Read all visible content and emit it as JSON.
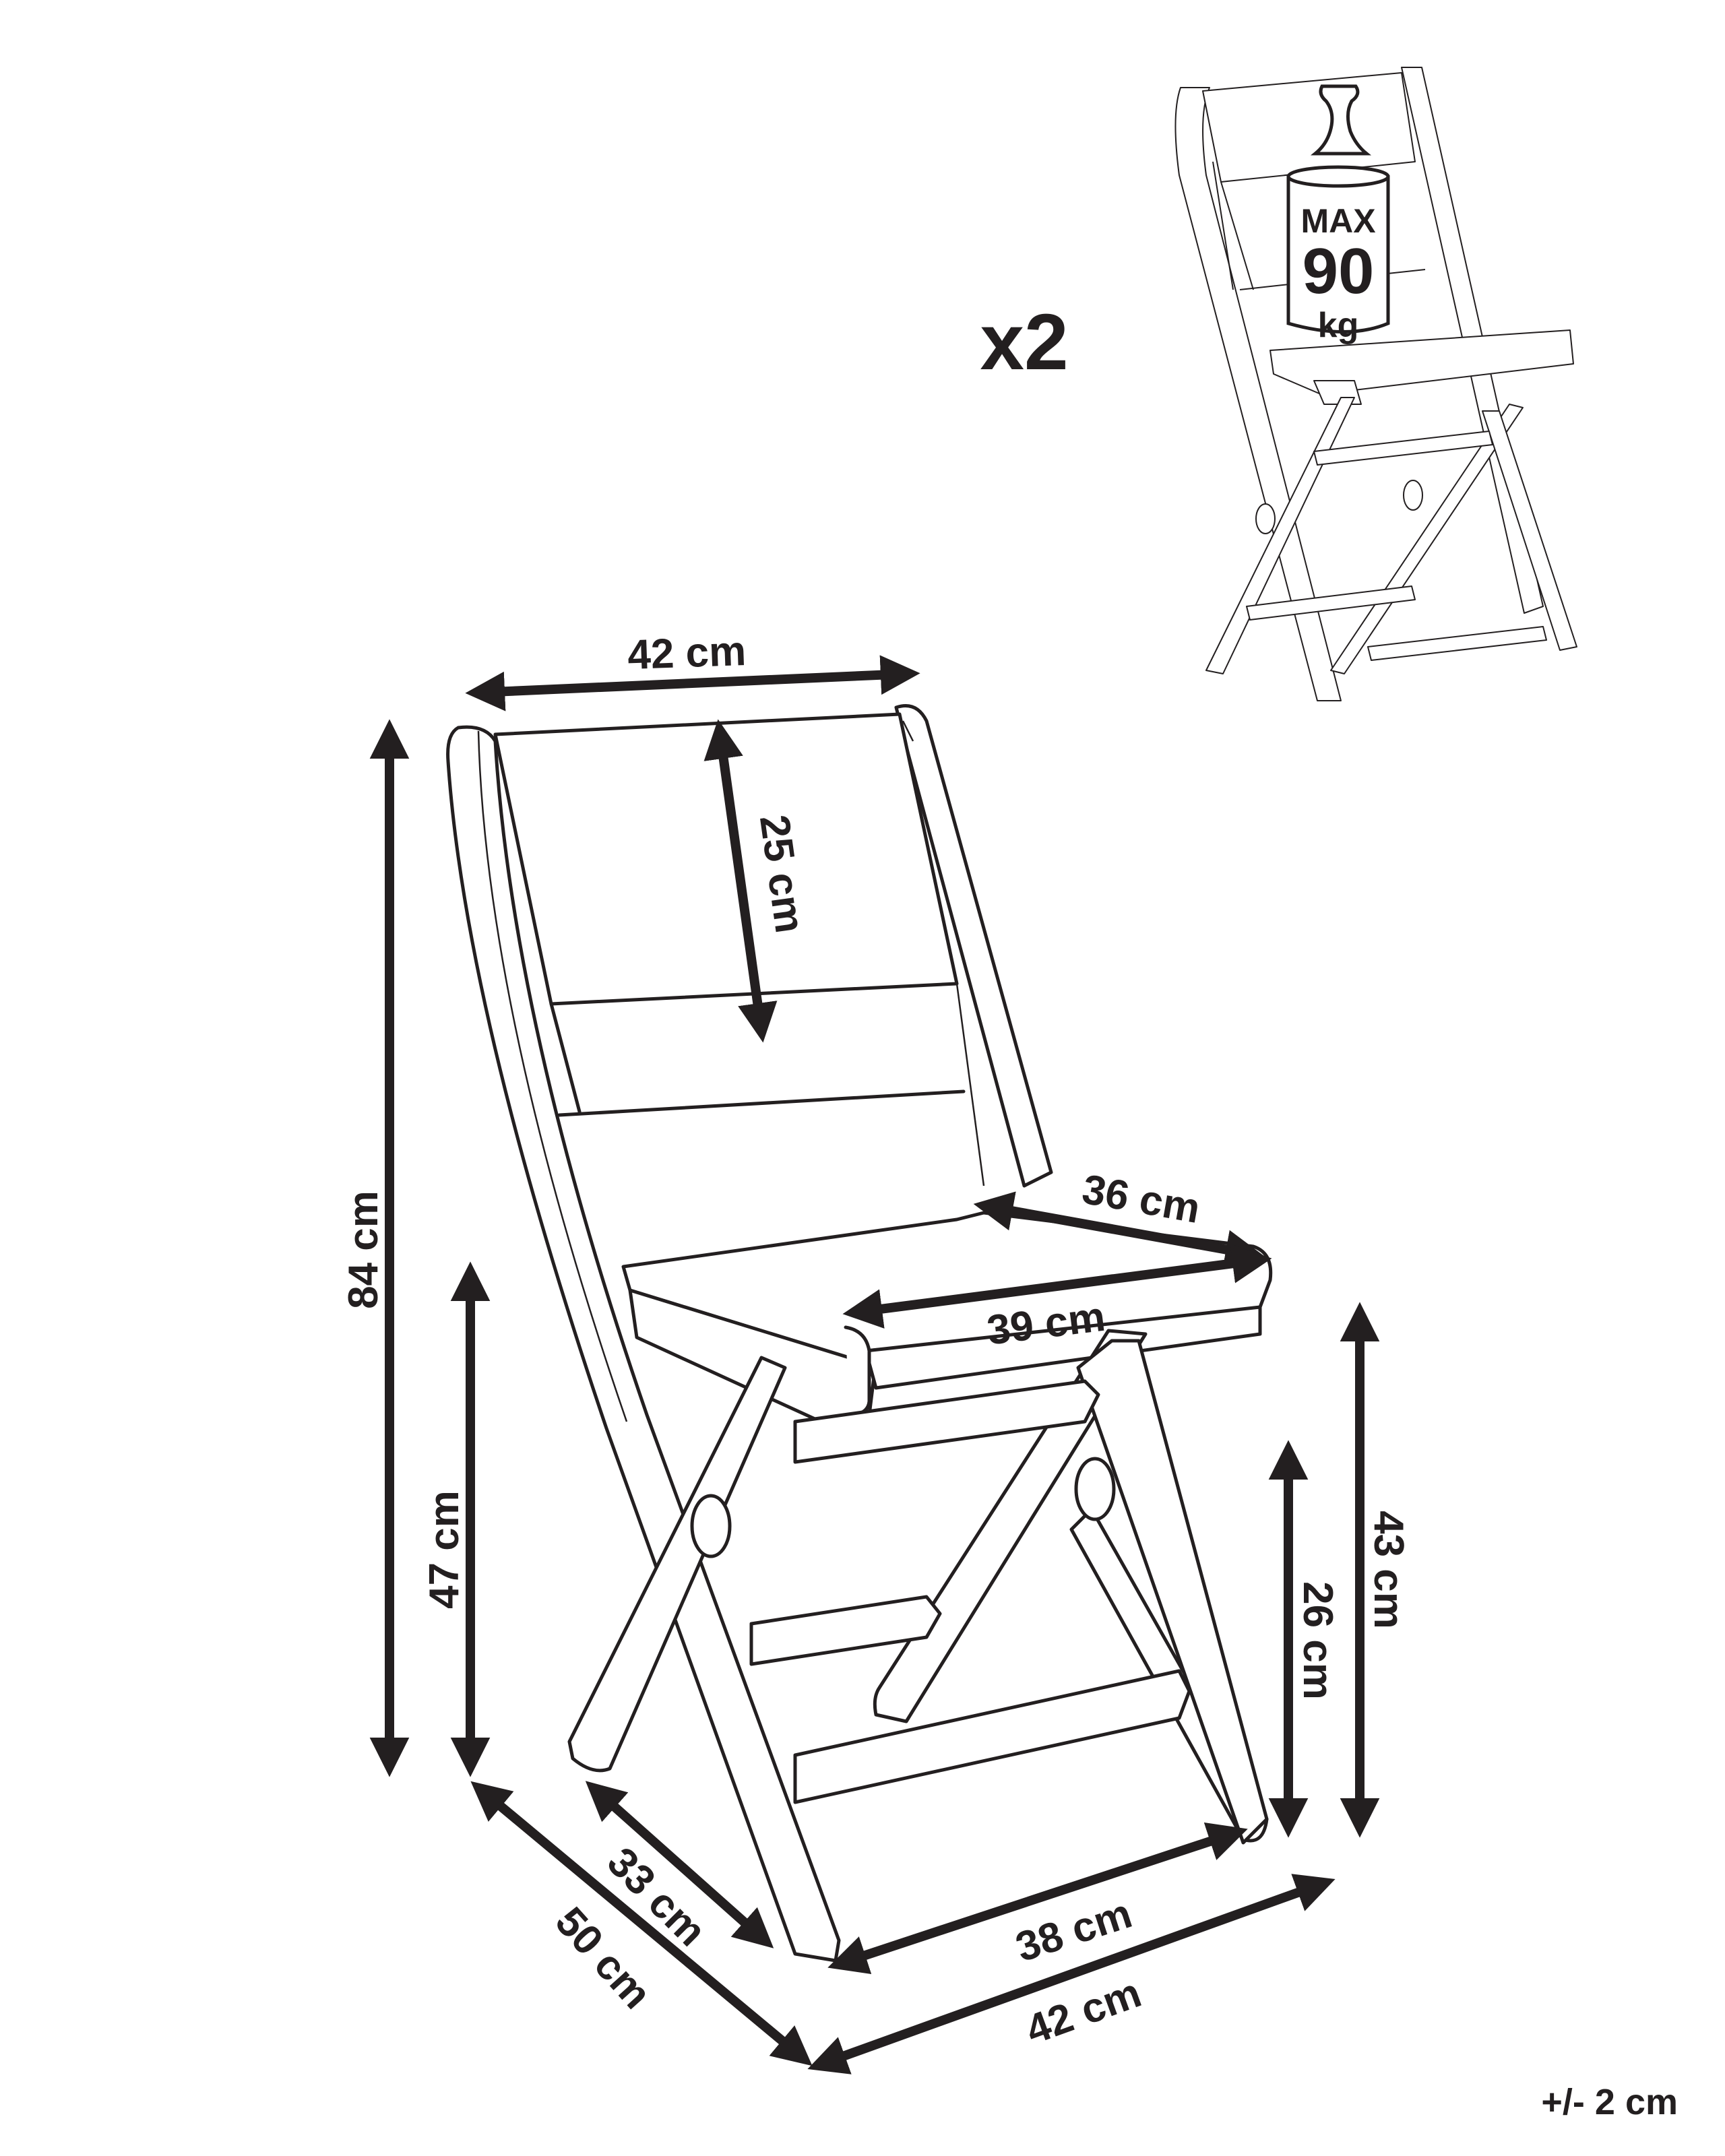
{
  "header": {
    "quantity_label": "x2"
  },
  "weight_badge": {
    "line1": "MAX",
    "line2": "90",
    "line3": "kg"
  },
  "dimensions": {
    "backrest_width": "42 cm",
    "backrest_height": "25 cm",
    "total_height": "84 cm",
    "seat_height_front": "47 cm",
    "seat_depth": "36 cm",
    "seat_width": "39 cm",
    "leg_height_43": "43 cm",
    "leg_height_26": "26 cm",
    "footprint_depth_inner": "33 cm",
    "footprint_depth_outer": "50 cm",
    "footprint_width_inner": "38 cm",
    "footprint_width_outer": "42 cm"
  },
  "footer": {
    "tolerance": "+/- 2 cm"
  },
  "colors": {
    "ink": "#231f20",
    "background": "#ffffff"
  }
}
